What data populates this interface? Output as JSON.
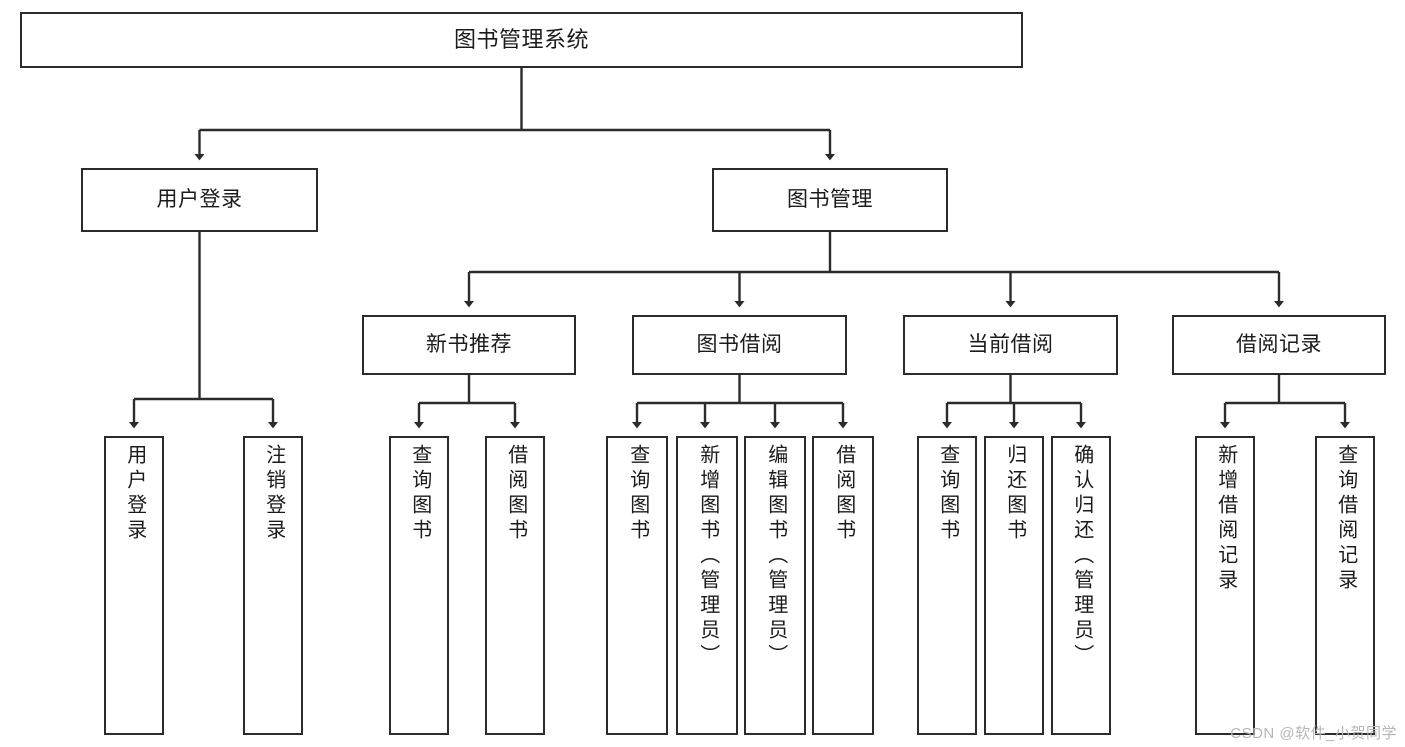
{
  "diagram": {
    "title": "图书管理系统",
    "type": "tree",
    "root": {
      "id": "root",
      "label": "图书管理系统",
      "orientation": "horizontal"
    },
    "level2": [
      {
        "id": "user-login",
        "label": "用户登录",
        "orientation": "horizontal"
      },
      {
        "id": "book-management",
        "label": "图书管理",
        "orientation": "horizontal"
      }
    ],
    "level3": [
      {
        "id": "new-book-recommend",
        "label": "新书推荐",
        "orientation": "horizontal",
        "parent": "book-management"
      },
      {
        "id": "book-borrow",
        "label": "图书借阅",
        "orientation": "horizontal",
        "parent": "book-management"
      },
      {
        "id": "current-borrow",
        "label": "当前借阅",
        "orientation": "horizontal",
        "parent": "book-management"
      },
      {
        "id": "borrow-record",
        "label": "借阅记录",
        "orientation": "horizontal",
        "parent": "book-management"
      }
    ],
    "leaves": [
      {
        "id": "leaf-user-login",
        "label": "用户登录",
        "parent": "user-login"
      },
      {
        "id": "leaf-user-logout",
        "label": "注销登录",
        "parent": "user-login"
      },
      {
        "id": "leaf-query-book-1",
        "label": "查询图书",
        "parent": "new-book-recommend"
      },
      {
        "id": "leaf-borrow-book-1",
        "label": "借阅图书",
        "parent": "new-book-recommend"
      },
      {
        "id": "leaf-query-book-2",
        "label": "查询图书",
        "parent": "book-borrow"
      },
      {
        "id": "leaf-add-book",
        "label": "新增图书（管理员）",
        "parent": "book-borrow"
      },
      {
        "id": "leaf-edit-book",
        "label": "编辑图书（管理员）",
        "parent": "book-borrow"
      },
      {
        "id": "leaf-borrow-book-2",
        "label": "借阅图书",
        "parent": "book-borrow"
      },
      {
        "id": "leaf-query-book-3",
        "label": "查询图书",
        "parent": "current-borrow"
      },
      {
        "id": "leaf-return-book",
        "label": "归还图书",
        "parent": "current-borrow"
      },
      {
        "id": "leaf-confirm-return",
        "label": "确认归还（管理员）",
        "parent": "current-borrow"
      },
      {
        "id": "leaf-add-record",
        "label": "新增借阅记录",
        "parent": "borrow-record"
      },
      {
        "id": "leaf-query-record",
        "label": "查询借阅记录",
        "parent": "borrow-record"
      }
    ],
    "colors": {
      "box_border": "#2b2b2b",
      "box_fill": "#ffffff",
      "connector": "#2b2b2b",
      "text": "#1b1b1b",
      "watermark": "#b6b6b6",
      "background": "#ffffff"
    }
  },
  "watermark": {
    "text": "CSDN @软件_小贺同学"
  }
}
